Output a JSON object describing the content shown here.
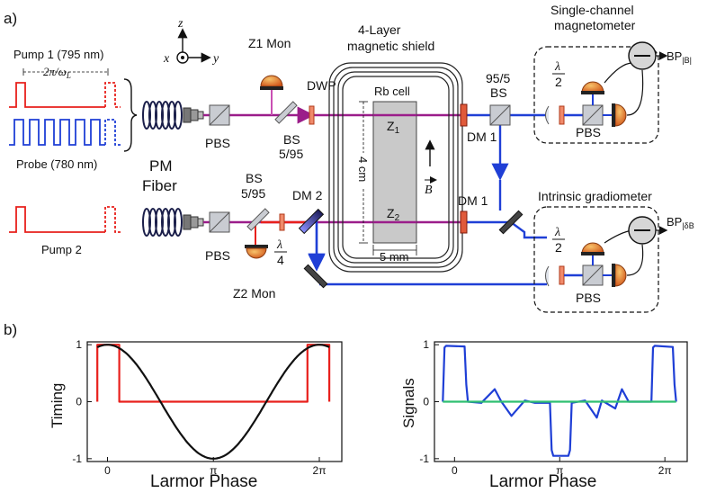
{
  "panel_a": {
    "letter": "a)",
    "axes": {
      "z": "z",
      "x": "x",
      "y": "y"
    },
    "pump1_label": "Pump 1 (795 nm)",
    "period_label": "2π/ω",
    "period_sub": "L",
    "probe_label": "Probe (780 nm)",
    "pump2_label": "Pump 2",
    "pm_label": "PM",
    "fiber_label": "Fiber",
    "pbs": "PBS",
    "bs_top_1": "BS",
    "bs_top_2": "5/95",
    "bs_bot_1": "BS",
    "bs_bot_2": "5/95",
    "z1_mon": "Z1 Mon",
    "z2_mon": "Z2 Mon",
    "dwp": "DWP",
    "shield_1": "4-Layer",
    "shield_2": "magnetic shield",
    "rb_cell": "Rb cell",
    "z1": "Z",
    "z1_sub": "1",
    "z2": "Z",
    "z2_sub": "2",
    "b_vec": "B",
    "four_cm": "4 cm",
    "five_mm": "5 mm",
    "dm1_top": "DM 1",
    "dm1_bot": "DM 1",
    "dm2": "DM 2",
    "bs9505_1": "95/5",
    "bs9505_2": "BS",
    "qwp_num": "λ",
    "qwp_den": "4",
    "hwp_num": "λ",
    "hwp_den": "2",
    "magnetometer_1": "Single-channel",
    "magnetometer_2": "magnetometer",
    "gradiometer": "Intrinsic gradiometer",
    "bp_b": "BP",
    "bp_b_sub": "|B|",
    "bp_db": "BP",
    "bp_db_sub": "|δB"
  },
  "panel_b": {
    "letter": "b)",
    "charts": [
      {
        "type": "line",
        "ylabel": "Timing",
        "xlabel": "Larmor Phase",
        "xticks": [
          "0",
          "π",
          "2π"
        ],
        "yticks": [
          "1",
          "0",
          "-1"
        ],
        "xlim": [
          -0.6,
          6.95
        ],
        "ylim": [
          -1.05,
          1.05
        ],
        "series": [
          {
            "type": "pulse",
            "color": "#e8201c",
            "x": [
              -0.3,
              -0.3,
              0.35,
              0.35,
              5.93,
              5.93,
              6.58,
              6.58
            ],
            "y": [
              0,
              1,
              1,
              0,
              0,
              1,
              1,
              0
            ]
          },
          {
            "type": "cosine",
            "color": "#111111",
            "x_range": [
              -0.3,
              6.58
            ],
            "amplitude": 1
          }
        ]
      },
      {
        "type": "line",
        "ylabel": "Signals",
        "xlabel": "Larmor Phase",
        "xticks": [
          "0",
          "π",
          "2π"
        ],
        "yticks": [
          "1",
          "0",
          "-1"
        ],
        "xlim": [
          -0.6,
          6.95
        ],
        "ylim": [
          -1.05,
          1.05
        ],
        "series": [
          {
            "color": "#1f3fd6",
            "x": [
              -0.35,
              -0.3,
              -0.25,
              0.3,
              0.35,
              0.4,
              0.8,
              1.2,
              1.4,
              1.7,
              2.1,
              2.4,
              2.85,
              2.9,
              2.95,
              3.4,
              3.45,
              3.5,
              3.9,
              4.25,
              4.4,
              4.8,
              5.0,
              5.2,
              5.88,
              5.93,
              5.98,
              6.52,
              6.57,
              6.62
            ],
            "y": [
              0,
              0.95,
              0.98,
              0.97,
              0.3,
              0,
              -0.02,
              0.22,
              0,
              -0.25,
              0.02,
              -0.02,
              -0.02,
              -0.85,
              -0.95,
              -0.95,
              -0.85,
              -0.02,
              0.02,
              -0.28,
              0.02,
              -0.12,
              0.22,
              0,
              0,
              0.95,
              0.98,
              0.96,
              0.3,
              0
            ]
          },
          {
            "color": "#2fbf71",
            "x": [
              -0.35,
              6.62
            ],
            "y": [
              0,
              0
            ]
          }
        ]
      }
    ]
  }
}
